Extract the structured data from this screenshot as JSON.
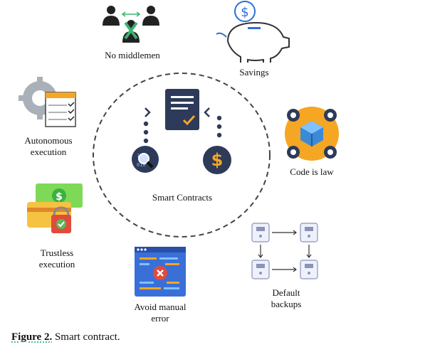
{
  "center": {
    "label": "Smart Contracts"
  },
  "items": {
    "no_middlemen": "No middlemen",
    "savings": "Savings",
    "autonomous_line1": "Autonomous",
    "autonomous_line2": "execution",
    "code_is_law": "Code is law",
    "trustless_line1": "Trustless",
    "trustless_line2": "execution",
    "avoid_line1": "Avoid manual",
    "avoid_line2": "error",
    "default_line1": "Default",
    "default_line2": "backups"
  },
  "caption": {
    "bold": "Figure 2.",
    "text": "Smart contract."
  },
  "icons": {
    "no_middlemen": "people-no-middleman-icon",
    "savings": "piggy-bank-icon",
    "autonomous": "gear-document-icon",
    "code_is_law": "cube-gears-icon",
    "trustless": "money-lock-icon",
    "avoid": "code-window-error-icon",
    "backups": "server-backup-network-icon",
    "document": "document-check-icon",
    "search": "magnify-data-icon",
    "dollar": "dollar-coin-icon"
  },
  "colors": {
    "navy": "#2e3a59",
    "blue": "#3a6fd8",
    "orange": "#f5a623",
    "green": "#5cb85c",
    "red": "#e04b3c"
  }
}
